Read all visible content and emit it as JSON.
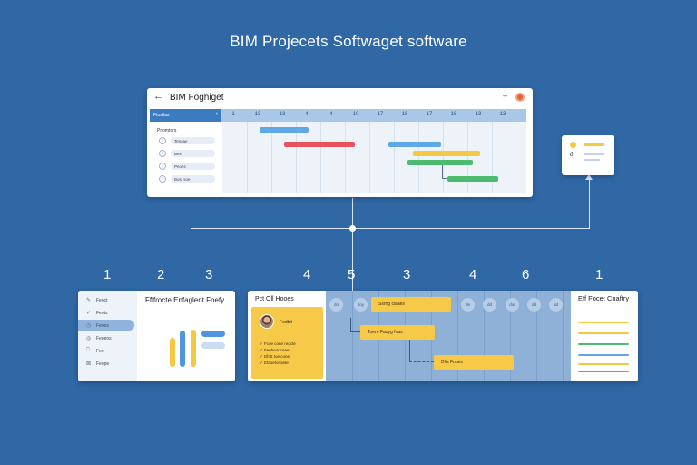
{
  "page": {
    "title": "BIM Projecets Softwaget software",
    "background": "#2f68a5"
  },
  "top_window": {
    "title": "BIM Foghiget",
    "back_icon": "←",
    "minimize_icon": "–",
    "header_label": "Ftostlas",
    "header_chevron": "‹",
    "dates": [
      "1",
      "13",
      "13",
      "4",
      "4",
      "10",
      "17",
      "18",
      "17",
      "18",
      "13",
      "13"
    ],
    "task_group": "Pnomtors",
    "tasks": [
      {
        "label": "Tesoae",
        "marker": "○"
      },
      {
        "label": "Bext",
        "marker": "○"
      },
      {
        "label": "Peoes",
        "marker": "○"
      },
      {
        "label": "Bost soe",
        "marker": "○"
      }
    ],
    "bars": [
      {
        "color": "#5ea8e8"
      },
      {
        "color": "#e9525d"
      },
      {
        "color": "#5ea8e8"
      },
      {
        "color": "#f5c842"
      },
      {
        "color": "#4cbb6f"
      },
      {
        "color": "#4cbb6f"
      }
    ]
  },
  "connector_numbers": [
    "1",
    "2",
    "3",
    "4",
    "5",
    "3",
    "4",
    "6",
    "1"
  ],
  "bottom_left": {
    "sidebar": [
      {
        "label": "Feoct",
        "icon": "✎"
      },
      {
        "label": "Feots",
        "icon": "✓"
      },
      {
        "label": "Feoos",
        "icon": "◷"
      },
      {
        "label": "Feoeos",
        "icon": "◎"
      },
      {
        "label": "Feo",
        "icon": "⎕"
      },
      {
        "label": "Feope",
        "icon": "⊠"
      }
    ],
    "panel_title": "Fflfrocte Enfaglent Fnefy",
    "bar_colors": {
      "orange": "#f5c842",
      "blue": "#4e94df",
      "light": "#c8dcf2"
    }
  },
  "bottom_right": {
    "title": "Pct Oll Hooes",
    "card": {
      "name": "Fodbit",
      "items": [
        "Fcoe cone reocte",
        "Fenbeoriceae",
        "Dfott toe cone",
        "Efaoeforbiete"
      ]
    },
    "circle_dates": [
      "do",
      "doy",
      "de",
      "dd",
      "dor",
      "dd",
      "dd",
      "dd"
    ],
    "bars": [
      {
        "label": "Ssrng ciaaes"
      },
      {
        "label": "Toere Faoyg foas"
      },
      {
        "label": "Dlts Fooes"
      }
    ],
    "right_title": "Eff Focet Cnaftry",
    "stripe_colors": [
      "#f5c842",
      "#f5c842",
      "#4cbb6f",
      "#5ea8e8",
      "#f5c842",
      "#4cbb6f"
    ]
  }
}
